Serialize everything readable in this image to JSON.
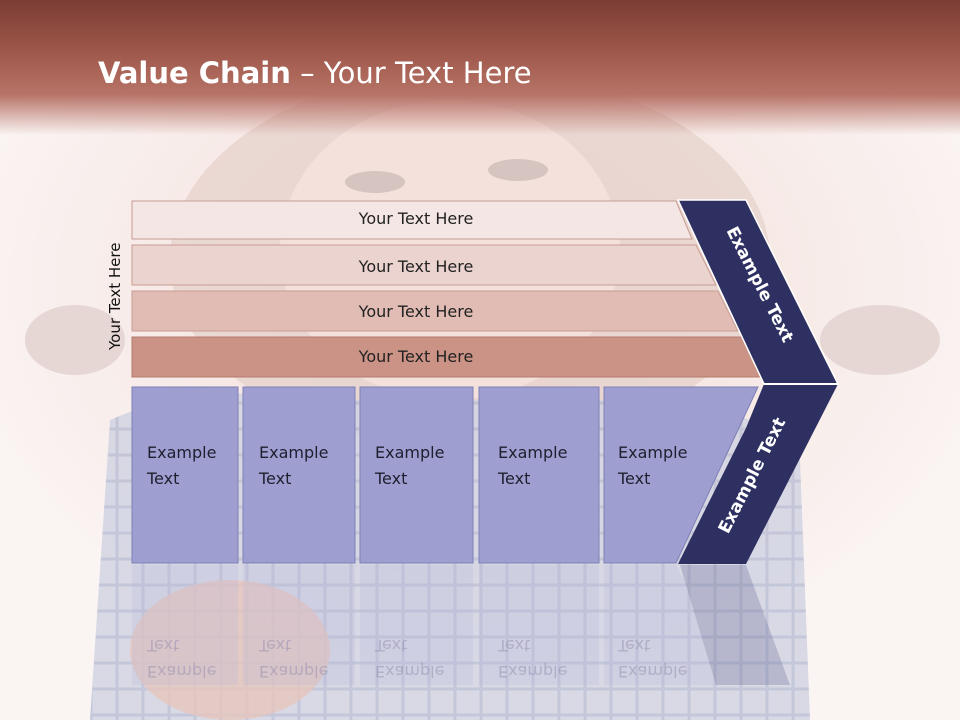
{
  "slide": {
    "title_bold": "Value Chain",
    "title_rest": " – Your Text Here",
    "side_label": "Your Text Here"
  },
  "support_rows": [
    {
      "label": "Your Text Here",
      "fill": "#f4e6e4"
    },
    {
      "label": "Your Text Here",
      "fill": "#ebd3cf"
    },
    {
      "label": "Your Text Here",
      "fill": "#e0bcb5"
    },
    {
      "label": "Your Text Here",
      "fill": "#cb9286"
    }
  ],
  "primary_columns": [
    {
      "line1": "Example",
      "line2": "Text"
    },
    {
      "line1": "Example",
      "line2": "Text"
    },
    {
      "line1": "Example",
      "line2": "Text"
    },
    {
      "line1": "Example",
      "line2": "Text"
    },
    {
      "line1": "Example",
      "line2": "Text"
    }
  ],
  "chevron": {
    "upper_label": "Example Text",
    "lower_label": "Example Text",
    "fill": "#2e3062",
    "column_fill": "#9e9fd0"
  }
}
